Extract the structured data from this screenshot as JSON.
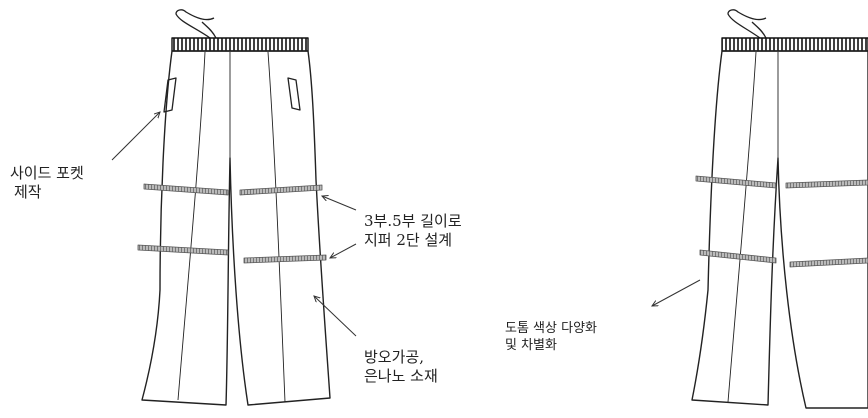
{
  "annotations": {
    "side_pocket": {
      "line1": "사이드 포켓",
      "line2": "제작"
    },
    "zipper": {
      "line1": "3부.5부 길이로",
      "line2": "지퍼 2단 설계"
    },
    "material": {
      "line1": "방오가공,",
      "line2": "은나노 소재"
    },
    "color": {
      "line1": "도톰 색상 다양화",
      "line2": "및 차별화"
    }
  }
}
